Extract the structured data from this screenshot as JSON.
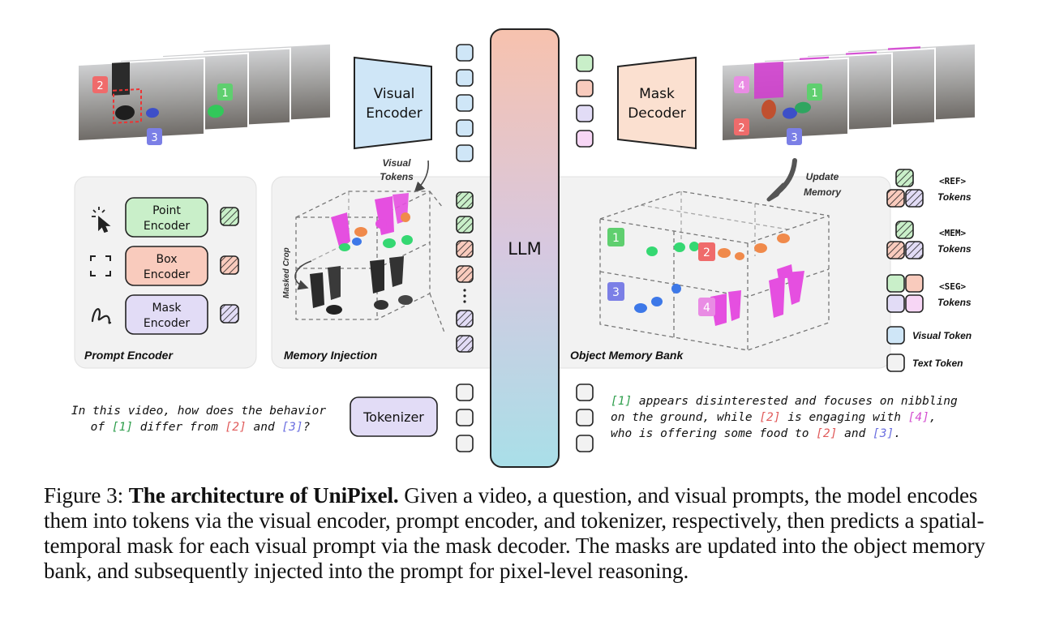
{
  "panels": {
    "prompt_encoder": "Prompt Encoder",
    "memory_injection": "Memory Injection",
    "object_memory_bank": "Object Memory Bank"
  },
  "blocks": {
    "visual_encoder": [
      "Visual",
      "Encoder"
    ],
    "mask_decoder": [
      "Mask",
      "Decoder"
    ],
    "llm": "LLM",
    "tokenizer": "Tokenizer",
    "point_encoder": [
      "Point",
      "Encoder"
    ],
    "box_encoder": [
      "Box",
      "Encoder"
    ],
    "mask_encoder": [
      "Mask",
      "Encoder"
    ]
  },
  "annotations": {
    "visual_tokens": [
      "Visual",
      "Tokens"
    ],
    "update_memory": [
      "Update",
      "Memory"
    ],
    "masked_crop": "Masked Crop"
  },
  "frame_labels": {
    "left": [
      "2",
      "1",
      "3"
    ],
    "right": [
      "4",
      "1",
      "2",
      "3"
    ],
    "bank": [
      "1",
      "2",
      "3",
      "4"
    ]
  },
  "legend": {
    "ref": [
      "<REF>",
      "Tokens"
    ],
    "mem": [
      "<MEM>",
      "Tokens"
    ],
    "seg": [
      "<SEG>",
      "Tokens"
    ],
    "visual_token": "Visual Token",
    "text_token": "Text Token"
  },
  "question": {
    "line1": "In this video, how does the behavior",
    "line2": [
      {
        "t": "of ",
        "c": "#111111"
      },
      {
        "t": "[1]",
        "c": "#2e9e4c"
      },
      {
        "t": " differ from ",
        "c": "#111111"
      },
      {
        "t": "[2]",
        "c": "#e05a5a"
      },
      {
        "t": " and ",
        "c": "#111111"
      },
      {
        "t": "[3]",
        "c": "#6b6fe0"
      },
      {
        "t": "?",
        "c": "#111111"
      }
    ]
  },
  "answer": [
    [
      {
        "t": "[1]",
        "c": "#2e9e4c"
      },
      {
        "t": " appears disinterested and focuses on nibbling",
        "c": "#111111"
      }
    ],
    [
      {
        "t": "on the ground, while ",
        "c": "#111111"
      },
      {
        "t": "[2]",
        "c": "#e05a5a"
      },
      {
        "t": " is engaging with ",
        "c": "#111111"
      },
      {
        "t": "[4]",
        "c": "#d44fd0"
      },
      {
        "t": ",",
        "c": "#111111"
      }
    ],
    [
      {
        "t": "who is offering some food to ",
        "c": "#111111"
      },
      {
        "t": "[2]",
        "c": "#e05a5a"
      },
      {
        "t": " and ",
        "c": "#111111"
      },
      {
        "t": "[3]",
        "c": "#6b6fe0"
      },
      {
        "t": ".",
        "c": "#111111"
      }
    ]
  ],
  "caption": {
    "prefix": "Figure 3: ",
    "bold": "The architecture of UniPixel.",
    "body": " Given a video, a question, and visual prompts, the model encodes them into tokens via the visual encoder, prompt encoder, and tokenizer, respectively, then predicts a spatial-temporal mask for each visual prompt via the mask decoder. The masks are updated into the object memory bank, and subsequently injected into the prompt for pixel-level reasoning."
  },
  "colors": {
    "green": "#c9efc9",
    "red": "#f9cbbd",
    "purple": "#e2dcf6",
    "pink": "#f7d6f5",
    "blue": "#cfe6f7",
    "label_green": "#5fcf6f",
    "label_red": "#ef6b6b",
    "label_blue": "#7b7fe6",
    "label_pink": "#e98ce4",
    "llm_top": "#f7c2ae",
    "llm_bottom": "#a9dfe8"
  }
}
